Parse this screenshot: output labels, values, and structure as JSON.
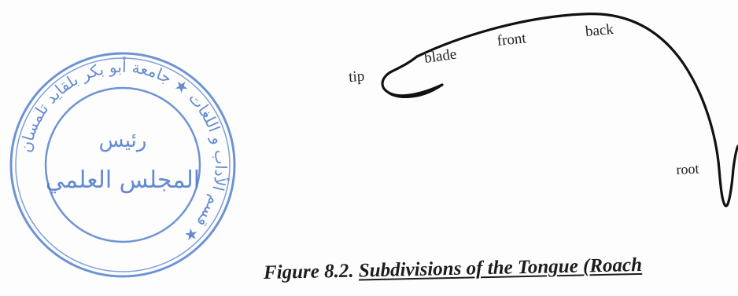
{
  "figure": {
    "labels": {
      "tip": "tip",
      "blade": "blade",
      "front": "front",
      "back": "back",
      "root": "root"
    },
    "caption_prefix": "Figure 8.2. ",
    "caption_main": "Subdivisions of the Tongue (Roach"
  },
  "stamp": {
    "center_line1": "رئيس",
    "center_line2": "المجلس العلمي",
    "ring_text": "قسم الأداب و اللغات ★ جامعة أبو بكر بلقايد تلمسان ★",
    "color": "#4a78c9"
  },
  "colors": {
    "ink": "#1c1c1c",
    "stamp": "#4a78c9"
  }
}
